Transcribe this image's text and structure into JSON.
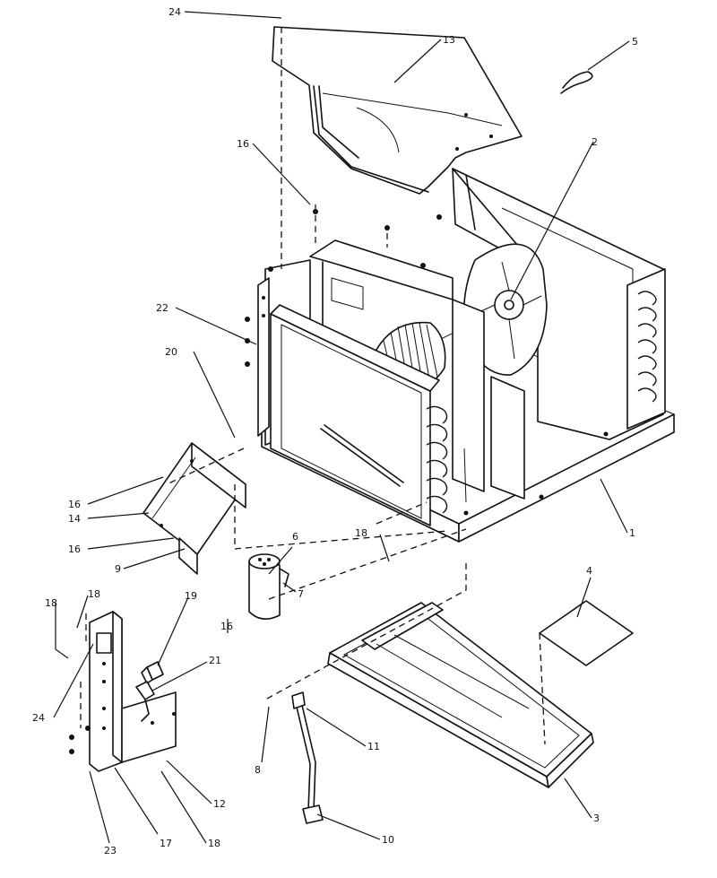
{
  "callouts": {
    "c1": "1",
    "c2": "2",
    "c3": "3",
    "c4": "4",
    "c5": "5",
    "c6": "6",
    "c7": "7",
    "c8": "8",
    "c9": "9",
    "c10": "10",
    "c11": "11",
    "c12": "12",
    "c13": "13",
    "c14": "14",
    "c16a": "16",
    "c16b": "16",
    "c16c": "16",
    "c16d": "16",
    "c17": "17",
    "c18a": "18",
    "c18b": "18",
    "c18c": "18",
    "c18d": "18",
    "c19": "19",
    "c20": "20",
    "c21": "21",
    "c22": "22",
    "c23": "23",
    "c24a": "24",
    "c24b": "24"
  }
}
